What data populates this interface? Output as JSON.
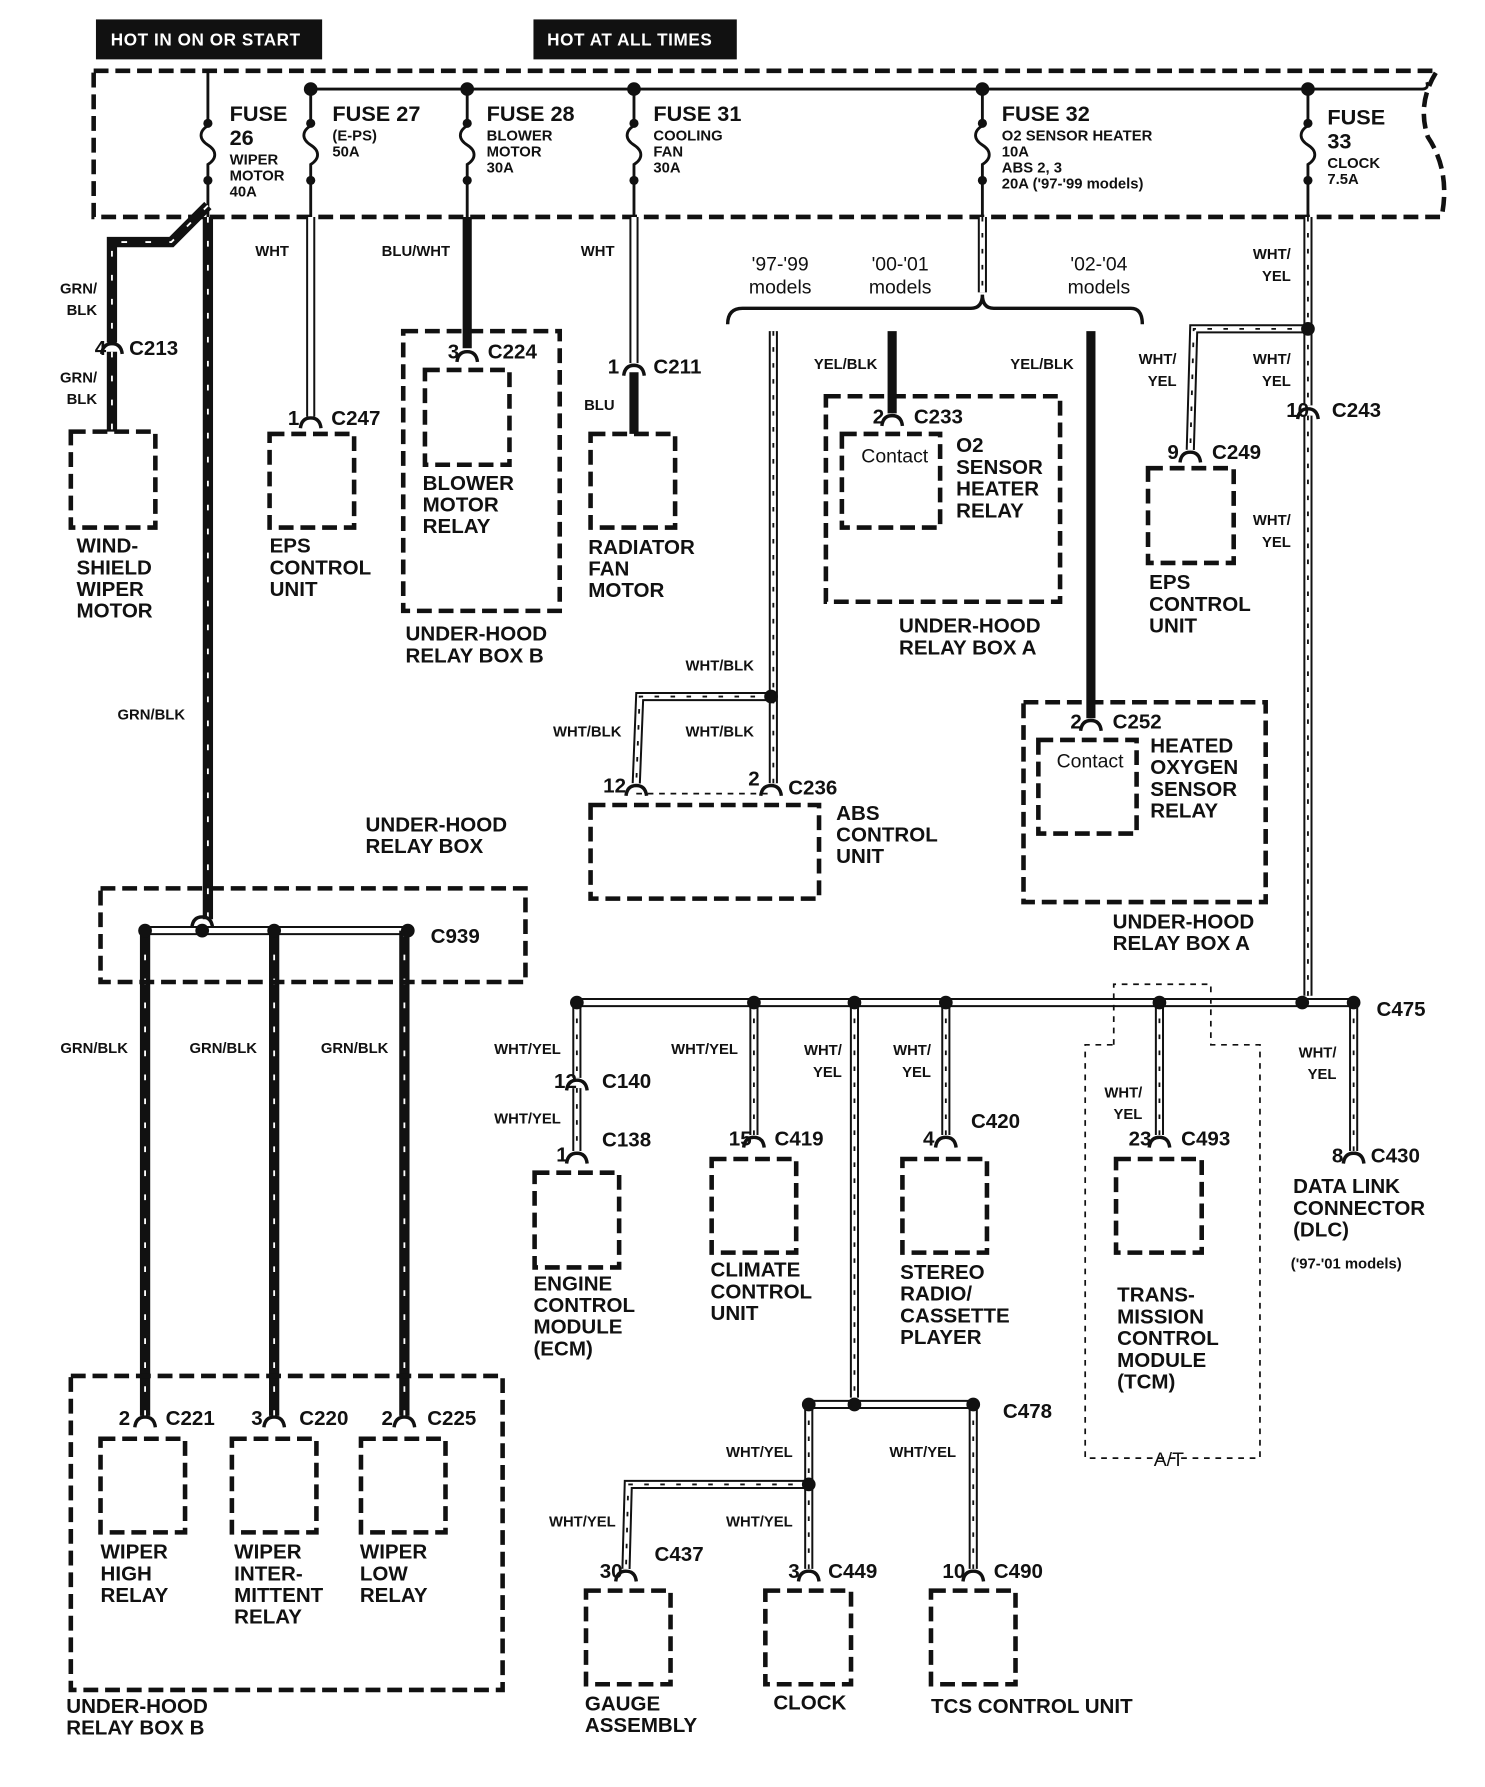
{
  "header": {
    "hot_in_on_or_start": "HOT IN ON OR START",
    "hot_at_all_times": "HOT AT ALL TIMES"
  },
  "fuses": [
    {
      "title": "FUSE",
      "number": "26",
      "lines": [
        "WIPER",
        "MOTOR",
        "40A"
      ]
    },
    {
      "title": "FUSE 27",
      "lines": [
        "(E-PS)",
        "50A"
      ]
    },
    {
      "title": "FUSE 28",
      "lines": [
        "BLOWER",
        "MOTOR",
        "30A"
      ]
    },
    {
      "title": "FUSE 31",
      "lines": [
        "COOLING",
        "FAN",
        "30A"
      ]
    },
    {
      "title": "FUSE 32",
      "lines": [
        "O2 SENSOR HEATER",
        "10A",
        "ABS 2, 3",
        "20A ('97-'99 models)"
      ]
    },
    {
      "title": "FUSE",
      "number": "33",
      "lines": [
        "CLOCK",
        "7.5A"
      ]
    }
  ],
  "models": [
    [
      "'97-'99",
      "models"
    ],
    [
      "'00-'01",
      "models"
    ],
    [
      "'02-'04",
      "models"
    ]
  ],
  "wire_labels": [
    [
      "GRN/",
      "BLK"
    ],
    [
      "GRN/",
      "BLK"
    ],
    [
      "WHT"
    ],
    [
      "BLU/WHT"
    ],
    [
      "WHT"
    ],
    [
      "BLU"
    ],
    [
      "GRN/BLK"
    ],
    [
      "YEL/BLK"
    ],
    [
      "YEL/BLK"
    ],
    [
      "WHT/",
      "YEL"
    ],
    [
      "WHT/",
      "YEL"
    ],
    [
      "WHT/",
      "YEL"
    ],
    [
      "WHT/",
      "YEL"
    ],
    [
      "WHT/BLK"
    ],
    [
      "WHT/BLK"
    ],
    [
      "WHT/BLK"
    ],
    [
      "GRN/BLK"
    ],
    [
      "GRN/BLK"
    ],
    [
      "GRN/BLK"
    ],
    [
      "WHT/YEL"
    ],
    [
      "WHT/YEL"
    ],
    [
      "WHT/YEL"
    ],
    [
      "WHT/",
      "YEL"
    ],
    [
      "WHT/",
      "YEL"
    ],
    [
      "WHT/",
      "YEL"
    ],
    [
      "WHT/",
      "YEL"
    ],
    [
      "WHT/YEL"
    ],
    [
      "WHT/YEL"
    ],
    [
      "WHT/YEL"
    ],
    [
      "WHT/YEL"
    ]
  ],
  "connectors": [
    {
      "id": "C213",
      "pin": "4"
    },
    {
      "id": "C247",
      "pin": "1"
    },
    {
      "id": "C224",
      "pin": "3"
    },
    {
      "id": "C211",
      "pin": "1"
    },
    {
      "id": "C233",
      "pin": "2"
    },
    {
      "id": "C243",
      "pin": "10"
    },
    {
      "id": "C249",
      "pin": "9"
    },
    {
      "id": "C252",
      "pin": "2"
    },
    {
      "id": "C236",
      "pin": "2",
      "pin2": "12"
    },
    {
      "id": "C939"
    },
    {
      "id": "C475"
    },
    {
      "id": "C140",
      "pin": "12"
    },
    {
      "id": "C138",
      "pin": "1"
    },
    {
      "id": "C419",
      "pin": "15"
    },
    {
      "id": "C420",
      "pin": "4"
    },
    {
      "id": "C493",
      "pin": "23"
    },
    {
      "id": "C430",
      "pin": "8"
    },
    {
      "id": "C221",
      "pin": "2"
    },
    {
      "id": "C220",
      "pin": "3"
    },
    {
      "id": "C225",
      "pin": "2"
    },
    {
      "id": "C478"
    },
    {
      "id": "C437",
      "pin": "30"
    },
    {
      "id": "C449",
      "pin": "3"
    },
    {
      "id": "C490",
      "pin": "10"
    }
  ],
  "components": {
    "windshield_wiper_motor": [
      "WIND-",
      "SHIELD",
      "WIPER",
      "MOTOR"
    ],
    "eps_control_unit_1": [
      "EPS",
      "CONTROL",
      "UNIT"
    ],
    "blower_motor_relay": [
      "BLOWER",
      "MOTOR",
      "RELAY"
    ],
    "relay_box_b_top": [
      "UNDER-HOOD",
      "RELAY BOX B"
    ],
    "radiator_fan_motor": [
      "RADIATOR",
      "FAN",
      "MOTOR"
    ],
    "o2_sensor_heater_relay": [
      "O2",
      "SENSOR",
      "HEATER",
      "RELAY"
    ],
    "contact_1": [
      "Contact"
    ],
    "relay_box_a_1": [
      "UNDER-HOOD",
      "RELAY BOX A"
    ],
    "eps_control_unit_2": [
      "EPS",
      "CONTROL",
      "UNIT"
    ],
    "heated_oxygen_sensor_relay": [
      "HEATED",
      "OXYGEN",
      "SENSOR",
      "RELAY"
    ],
    "contact_2": [
      "Contact"
    ],
    "relay_box_a_2": [
      "UNDER-HOOD",
      "RELAY BOX A"
    ],
    "abs_control_unit": [
      "ABS",
      "CONTROL",
      "UNIT"
    ],
    "under_hood_relay_box": [
      "UNDER-HOOD",
      "RELAY BOX"
    ],
    "ecm": [
      "ENGINE",
      "CONTROL",
      "MODULE",
      "(ECM)"
    ],
    "climate_control_unit": [
      "CLIMATE",
      "CONTROL",
      "UNIT"
    ],
    "stereo": [
      "STEREO",
      "RADIO/",
      "CASSETTE",
      "PLAYER"
    ],
    "tcm": [
      "TRANS-",
      "MISSION",
      "CONTROL",
      "MODULE",
      "(TCM)"
    ],
    "dlc": [
      "DATA LINK",
      "CONNECTOR",
      "(DLC)"
    ],
    "dlc_note": [
      "('97-'01 models)"
    ],
    "at": [
      "A/T"
    ],
    "wiper_high_relay": [
      "WIPER",
      "HIGH",
      "RELAY"
    ],
    "wiper_intermittent_relay": [
      "WIPER",
      "INTER-",
      "MITTENT",
      "RELAY"
    ],
    "wiper_low_relay": [
      "WIPER",
      "LOW",
      "RELAY"
    ],
    "relay_box_b_bottom": [
      "UNDER-HOOD",
      "RELAY BOX B"
    ],
    "gauge_assembly": [
      "GAUGE",
      "ASSEMBLY"
    ],
    "clock": [
      "CLOCK"
    ],
    "tcs_control_unit": [
      "TCS CONTROL UNIT"
    ]
  }
}
